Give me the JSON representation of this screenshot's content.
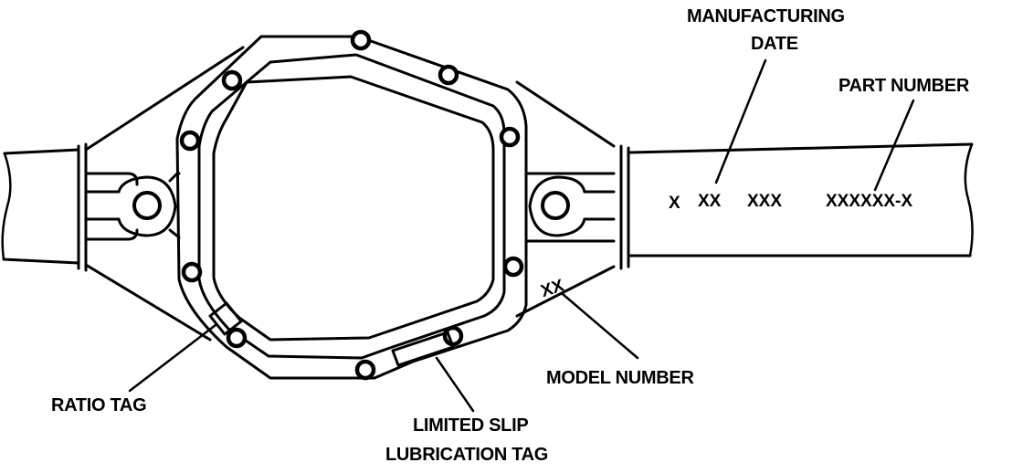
{
  "labels": {
    "manufacturing_date_line1": "MANUFACTURING",
    "manufacturing_date_line2": "DATE",
    "part_number": "PART NUMBER",
    "model_number": "MODEL NUMBER",
    "ratio_tag": "RATIO TAG",
    "limited_slip_line1": "LIMITED SLIP",
    "limited_slip_line2": "LUBRICATION TAG"
  },
  "tube_codes": {
    "code_1": "X",
    "code_2": "XX",
    "code_3": "XXX",
    "code_4": "XXXXXX-X"
  },
  "stamp_mark": "XX"
}
